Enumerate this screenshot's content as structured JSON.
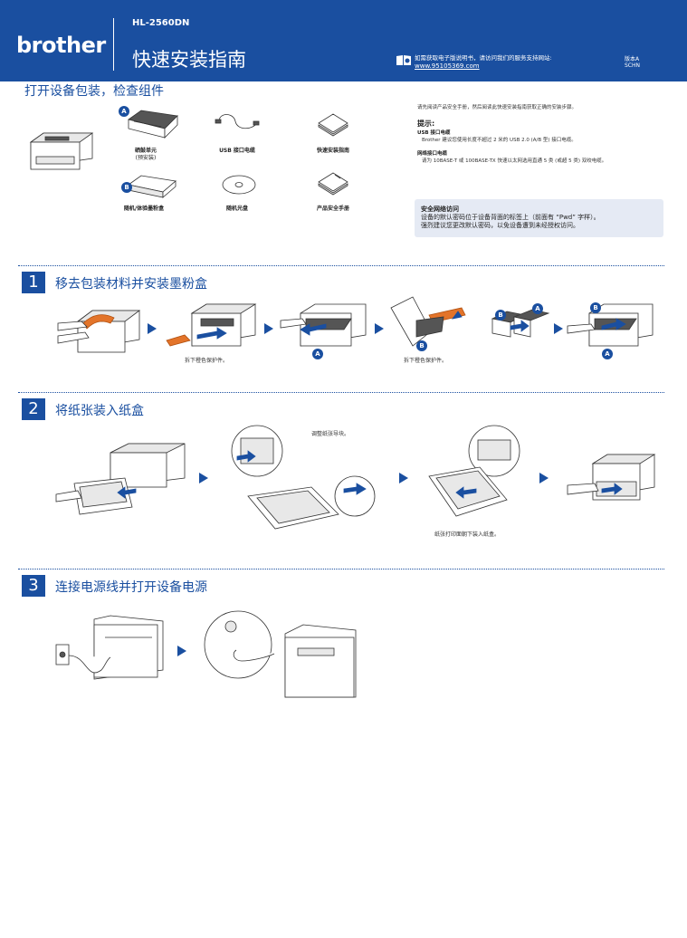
{
  "header": {
    "brand": "brother",
    "model": "HL-2560DN",
    "title": "快速安装指南",
    "support_text": "如需获取电子版说明书，请访问我们的服务支持网站:",
    "support_link": "www.95105369.com",
    "version_line1": "版本A",
    "version_line2": "SCHN"
  },
  "unpack": {
    "title": "打开设备包装，检查组件",
    "components": [
      {
        "label": "硒鼓单元",
        "sub": "(预安装)",
        "badge": "A"
      },
      {
        "label": "USB 接口电缆"
      },
      {
        "label": "快速安装指南"
      },
      {
        "label": "随机/体验墨粉盒",
        "badge": "B"
      },
      {
        "label": "随机光盘"
      },
      {
        "label": "产品安全手册"
      }
    ],
    "intro": "请先阅读产品安全手册，然后阅读此快速安装指南获取正确的安装步骤。",
    "tips_title": "提示:",
    "tips": [
      {
        "heading": "USB 接口电缆",
        "text": "Brother 建议您使用长度不超过 2 米的 USB 2.0 (A/B 型) 接口电缆。"
      },
      {
        "heading": "网络接口电缆",
        "text": "请为 10BASE-T 或 100BASE-TX 快速以太网选用直通 5 类 (或超 5 类) 双绞电缆。"
      }
    ],
    "security": {
      "heading": "安全网络访问",
      "line1": "设备的默认密码位于设备背面的标签上（前面有 “Pwd” 字样）。",
      "line2": "强烈建议您更改默认密码，以免设备遭到未经授权访问。"
    }
  },
  "steps": [
    {
      "num": "1",
      "title": "移去包装材料并安装墨粉盒",
      "captions": [
        "拆下橙色保护件。",
        "拆下橙色保护件。"
      ]
    },
    {
      "num": "2",
      "title": "将纸张装入纸盒",
      "captions": [
        "调整纸张导块。",
        "纸张打印面朝下装入纸盒。"
      ]
    },
    {
      "num": "3",
      "title": "连接电源线并打开设备电源",
      "captions": []
    }
  ],
  "badges": {
    "a": "A",
    "b": "B"
  },
  "colors": {
    "brand_blue": "#1a4fa0",
    "orange": "#e3742a"
  }
}
